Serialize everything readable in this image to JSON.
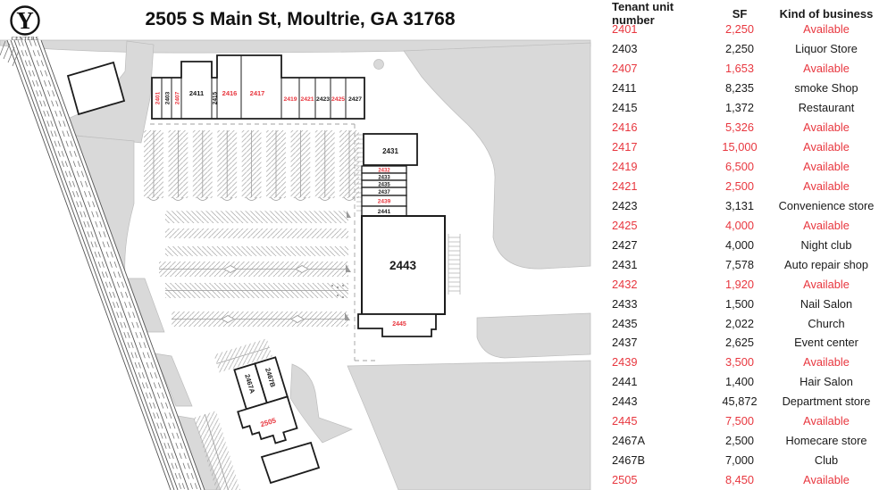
{
  "header": {
    "title": "2505 S Main St, Moultrie, GA 31768"
  },
  "logo": {
    "letter": "Y",
    "caption": "CENTERS"
  },
  "colors": {
    "available": "#e8373f",
    "leased": "#1a1a1a",
    "site_gray": "#d9d9d9"
  },
  "table": {
    "available_text": "Available",
    "headers": {
      "unit": "Tenant unit number",
      "sf": "SF",
      "business": "Kind of business"
    },
    "rows": [
      {
        "unit": "2401",
        "sf": "2,250",
        "business": "Available"
      },
      {
        "unit": "2403",
        "sf": "2,250",
        "business": "Liquor Store"
      },
      {
        "unit": "2407",
        "sf": "1,653",
        "business": "Available"
      },
      {
        "unit": "2411",
        "sf": "8,235",
        "business": "smoke Shop"
      },
      {
        "unit": "2415",
        "sf": "1,372",
        "business": "Restaurant"
      },
      {
        "unit": "2416",
        "sf": "5,326",
        "business": "Available"
      },
      {
        "unit": "2417",
        "sf": "15,000",
        "business": "Available"
      },
      {
        "unit": "2419",
        "sf": "6,500",
        "business": "Available"
      },
      {
        "unit": "2421",
        "sf": "2,500",
        "business": "Available"
      },
      {
        "unit": "2423",
        "sf": "3,131",
        "business": "Convenience store"
      },
      {
        "unit": "2425",
        "sf": "4,000",
        "business": "Available"
      },
      {
        "unit": "2427",
        "sf": "4,000",
        "business": "Night club"
      },
      {
        "unit": "2431",
        "sf": "7,578",
        "business": "Auto repair shop"
      },
      {
        "unit": "2432",
        "sf": "1,920",
        "business": "Available"
      },
      {
        "unit": "2433",
        "sf": "1,500",
        "business": "Nail Salon"
      },
      {
        "unit": "2435",
        "sf": "2,022",
        "business": "Church"
      },
      {
        "unit": "2437",
        "sf": "2,625",
        "business": "Event center"
      },
      {
        "unit": "2439",
        "sf": "3,500",
        "business": "Available"
      },
      {
        "unit": "2441",
        "sf": "1,400",
        "business": "Hair Salon"
      },
      {
        "unit": "2443",
        "sf": "45,872",
        "business": "Department store"
      },
      {
        "unit": "2445",
        "sf": "7,500",
        "business": "Available"
      },
      {
        "unit": "2467A",
        "sf": "2,500",
        "business": "Homecare store"
      },
      {
        "unit": "2467B",
        "sf": "7,000",
        "business": "Club"
      },
      {
        "unit": "2505",
        "sf": "8,450",
        "business": "Available"
      }
    ]
  }
}
